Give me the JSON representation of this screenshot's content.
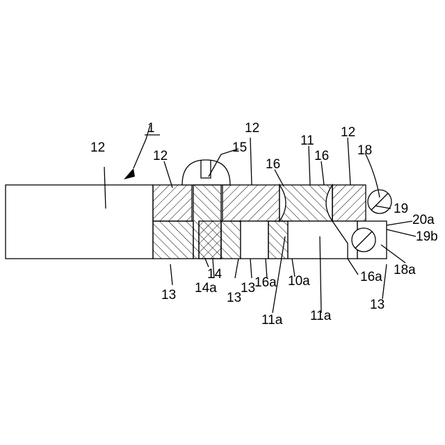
{
  "figure": {
    "labels": {
      "assembly": "1",
      "plate_left": "12",
      "plate_a": "12",
      "plate_b": "12",
      "plate_c": "12",
      "screw": "15",
      "seat_a": "16",
      "seat_b": "16",
      "piece_11": "11",
      "pin_18": "18",
      "part_19": "19",
      "part_20a": "20a",
      "part_19b": "19b",
      "part_18a": "18a",
      "insert_14": "14",
      "insert_14a": "14a",
      "lower_13_a": "13",
      "lower_13_b": "13",
      "lower_13_c": "13",
      "lower_13_d": "13",
      "face_16a_a": "16a",
      "face_16a_b": "16a",
      "face_10a": "10a",
      "face_11a_a": "11a",
      "face_11a_b": "11a"
    }
  }
}
